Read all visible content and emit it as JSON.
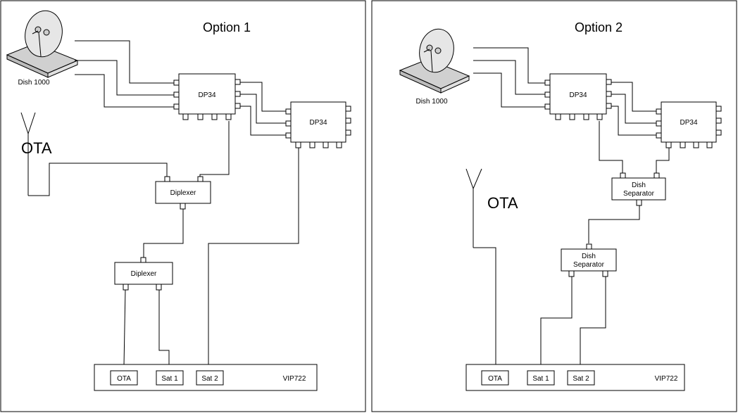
{
  "options": [
    {
      "title": "Option 1",
      "dish_label": "Dish 1000",
      "ota_label": "OTA",
      "switch_a_label": "DP34",
      "switch_b_label": "DP34",
      "combiner_a_label": "Diplexer",
      "combiner_b_label": "Diplexer",
      "receiver_label": "VIP722",
      "ports": [
        "OTA",
        "Sat 1",
        "Sat 2"
      ]
    },
    {
      "title": "Option 2",
      "dish_label": "Dish 1000",
      "ota_label": "OTA",
      "switch_a_label": "DP34",
      "switch_b_label": "DP34",
      "combiner_a_label_line1": "Dish",
      "combiner_a_label_line2": "Separator",
      "combiner_b_label_line1": "Dish",
      "combiner_b_label_line2": "Separator",
      "receiver_label": "VIP722",
      "ports": [
        "OTA",
        "Sat 1",
        "Sat 2"
      ]
    }
  ],
  "colors": {
    "line": "#000000",
    "dish_face": "#e6e6e6",
    "dish_base": "#d0d0d0"
  }
}
